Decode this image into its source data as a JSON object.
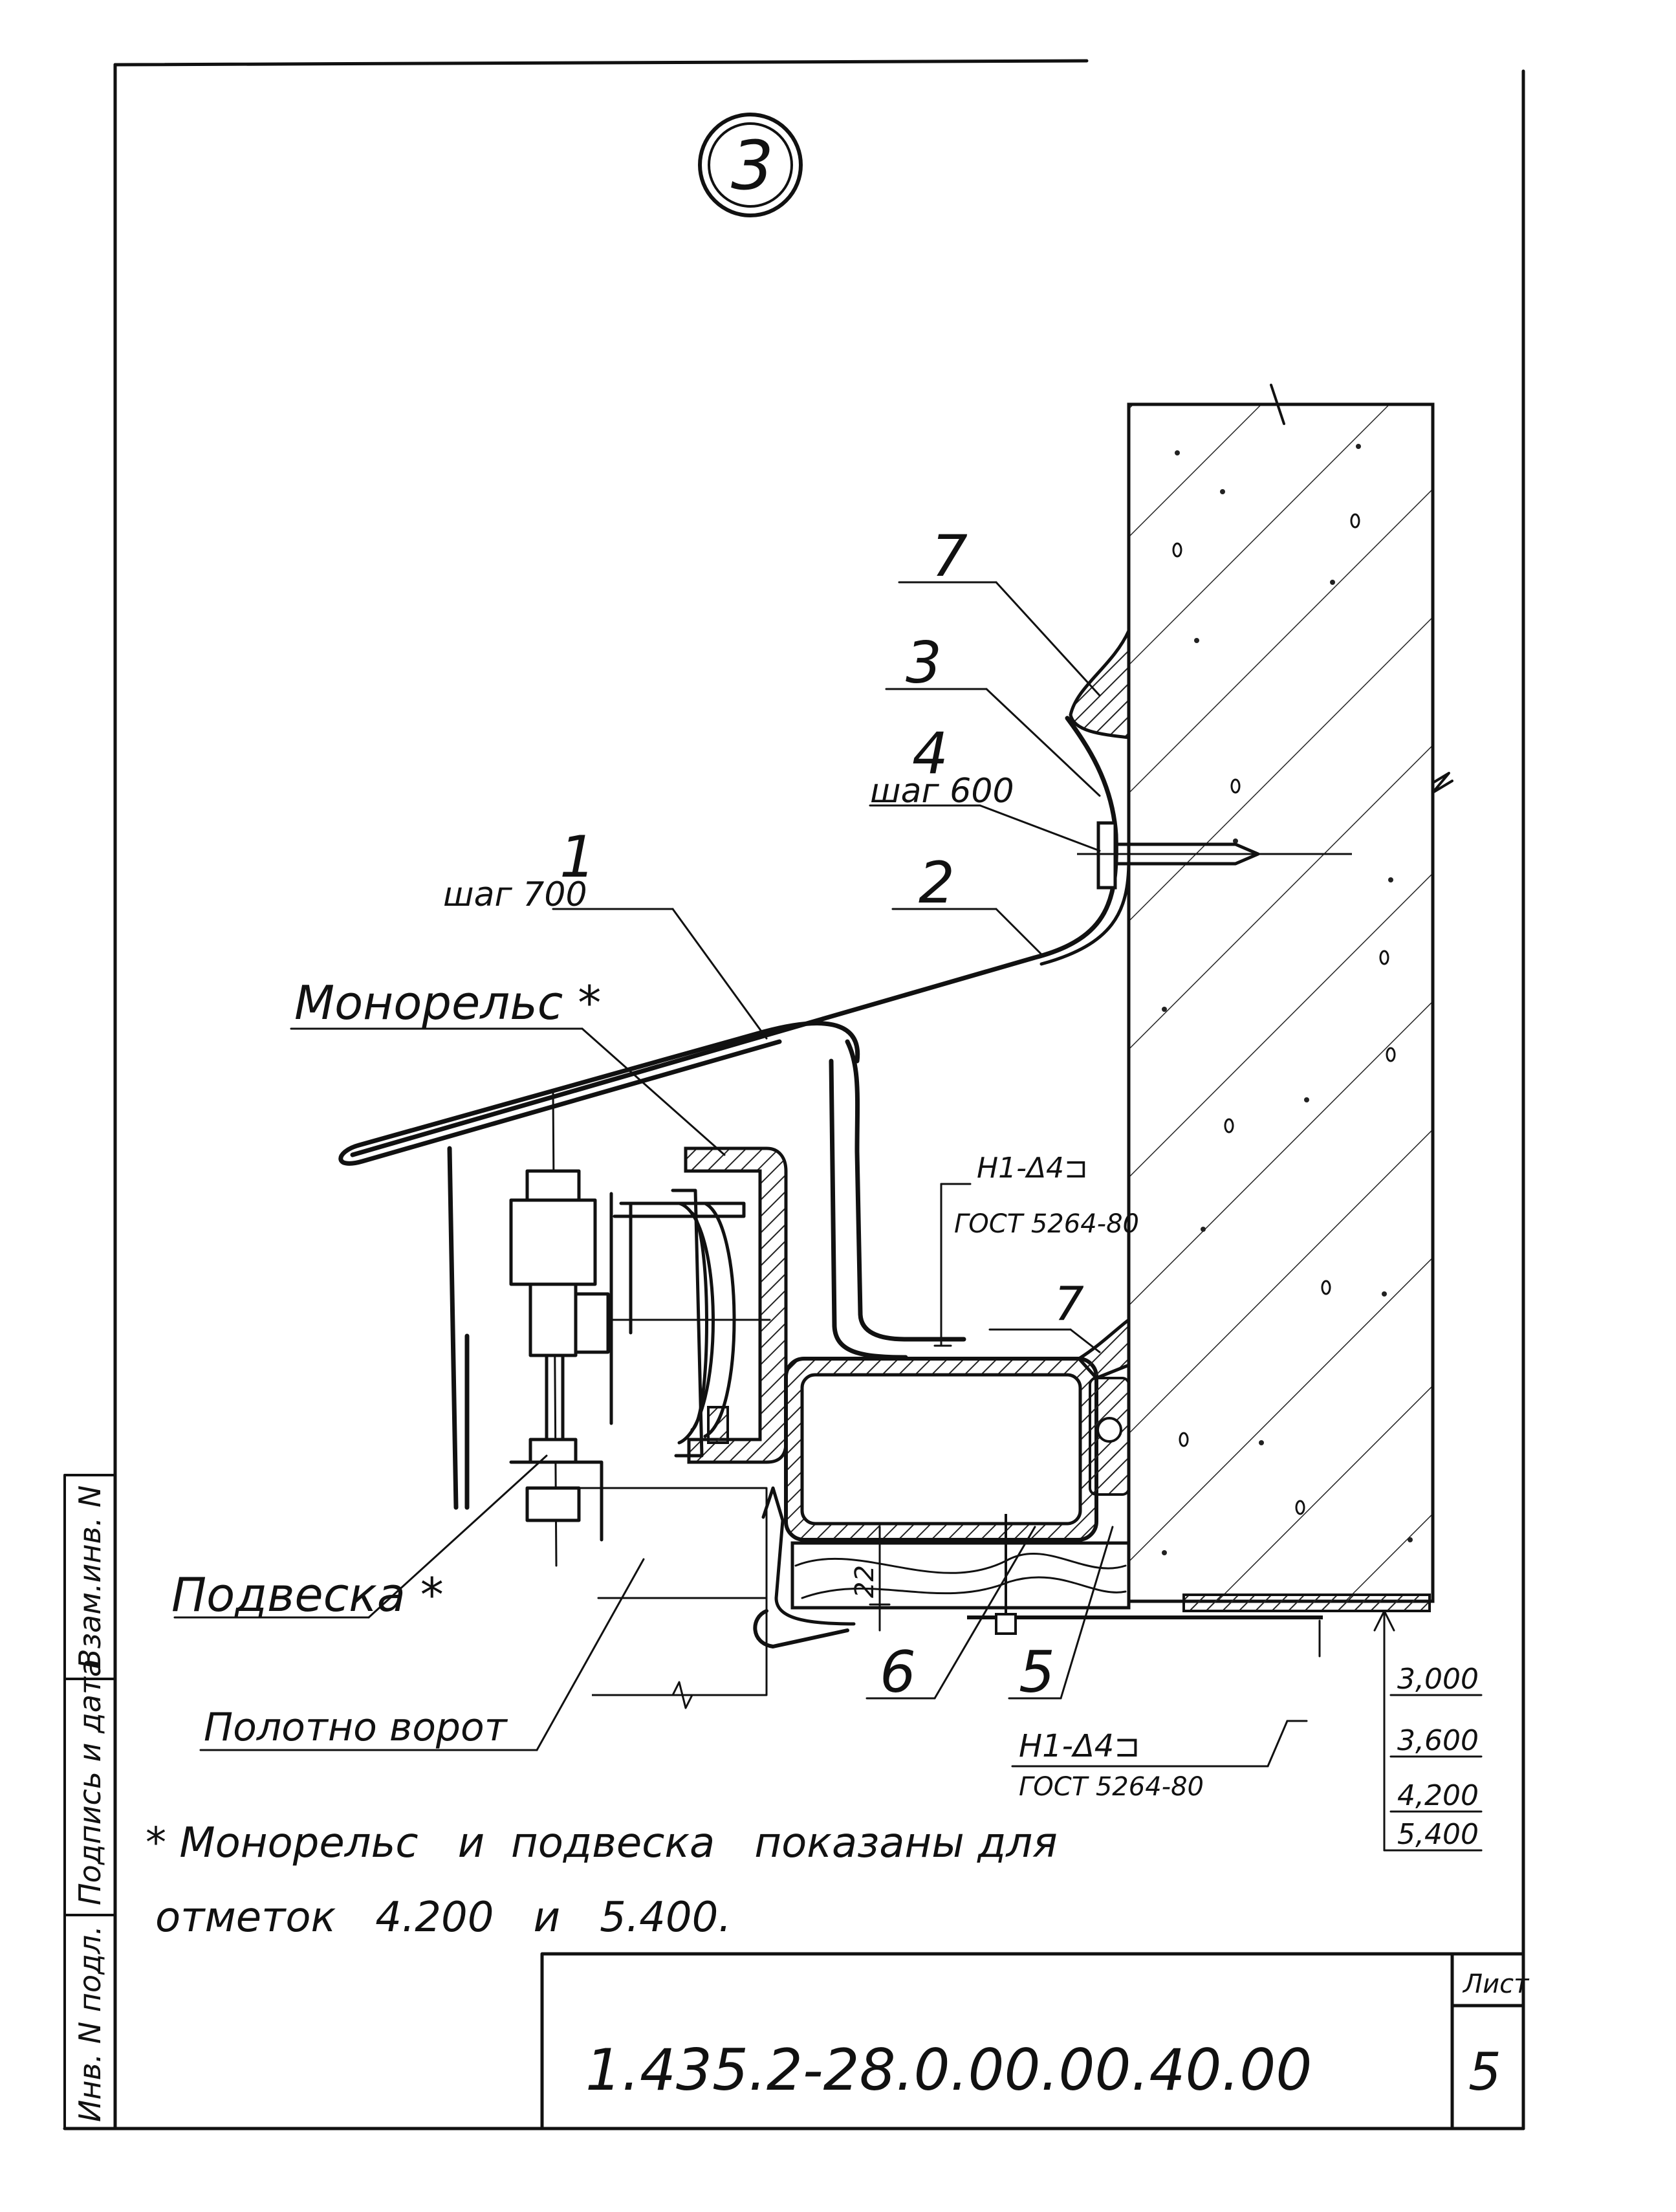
{
  "drawing": {
    "detail_number": "3",
    "callouts": {
      "c7_top": "7",
      "c3": "3",
      "c4": "4",
      "c4_note": "шаг 600",
      "c1": "1",
      "c1_note": "шаг 700",
      "c2": "2",
      "monorail": "Монорельс *",
      "weld_top_line1": "Н1-Δ4⊐",
      "weld_top_line2": "ГОСТ 5264-80",
      "c7_bottom": "7",
      "suspension": "Подвеска *",
      "gate_leaf": "Полотно ворот",
      "c6": "6",
      "c5": "5",
      "dim_22": "22",
      "weld_bottom_line1": "Н1-Δ4⊐",
      "weld_bottom_line2": "ГОСТ 5264-80"
    },
    "elevations": [
      "3,000",
      "3,600",
      "4,200",
      "5,400"
    ],
    "footnote_line1": "* Монорельс   и  подвеска   показаны для",
    "footnote_line2": "отметок   4.200   и   5.400."
  },
  "side_stamp": {
    "cell_top": "Взам.инв. N",
    "cell_mid": "Подпись и дата",
    "cell_bottom": "Инв. N подл."
  },
  "title_block": {
    "document_code": "1.435.2-28.0.00.00.40.00",
    "sheet_label": "Лист",
    "sheet_number": "5"
  }
}
